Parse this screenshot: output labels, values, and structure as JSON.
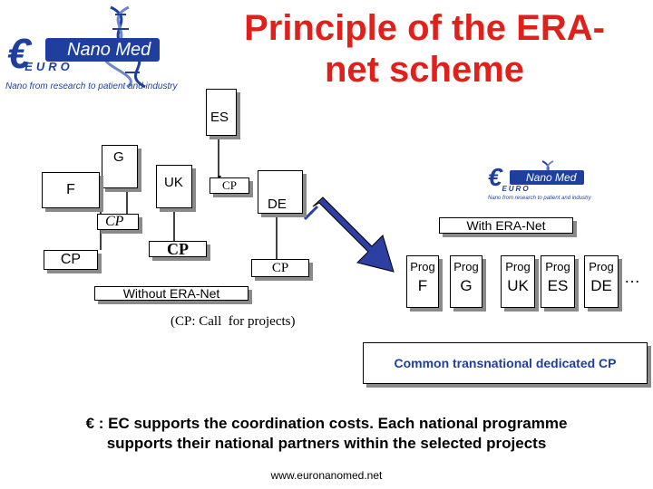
{
  "title": "Principle of the ERA-net scheme",
  "logo_main": {
    "brand_letters": "EURO",
    "brand_name": "Nano Med",
    "tagline": "Nano from research to patient and industry"
  },
  "logo_small": {
    "brand_letters": "EURO",
    "brand_name": "Nano Med",
    "tagline": "Nano from research to patient and industry"
  },
  "without": {
    "countries": {
      "es": "ES",
      "g": "G",
      "f": "F",
      "uk": "UK",
      "de": "DE"
    },
    "calls": {
      "cp_es": "CP",
      "cp_g": "CP",
      "cp_f": "CP",
      "cp_uk": "CP",
      "cp_de": "CP"
    },
    "label": "Without ERA-Net"
  },
  "legend_note": "(CP: Call  for projects)",
  "with": {
    "label": "With ERA-Net",
    "programmes": [
      {
        "prog": "Prog",
        "country": "F"
      },
      {
        "prog": "Prog",
        "country": "G"
      },
      {
        "prog": "Prog",
        "country": "UK"
      },
      {
        "prog": "Prog",
        "country": "ES"
      },
      {
        "prog": "Prog",
        "country": "DE"
      }
    ],
    "ellipsis": "…",
    "common_cp": "Common transnational dedicated CP"
  },
  "note_line1": "€ : EC supports the coordination costs. Each national programme",
  "note_line2": "supports their national partners within the selected projects",
  "website": "www.euronanomed.net",
  "colors": {
    "title": "#e0201b",
    "logo_blue": "#1f3f9e",
    "arrow": "#2d3fa0",
    "shadow": "#8a8a8a"
  }
}
